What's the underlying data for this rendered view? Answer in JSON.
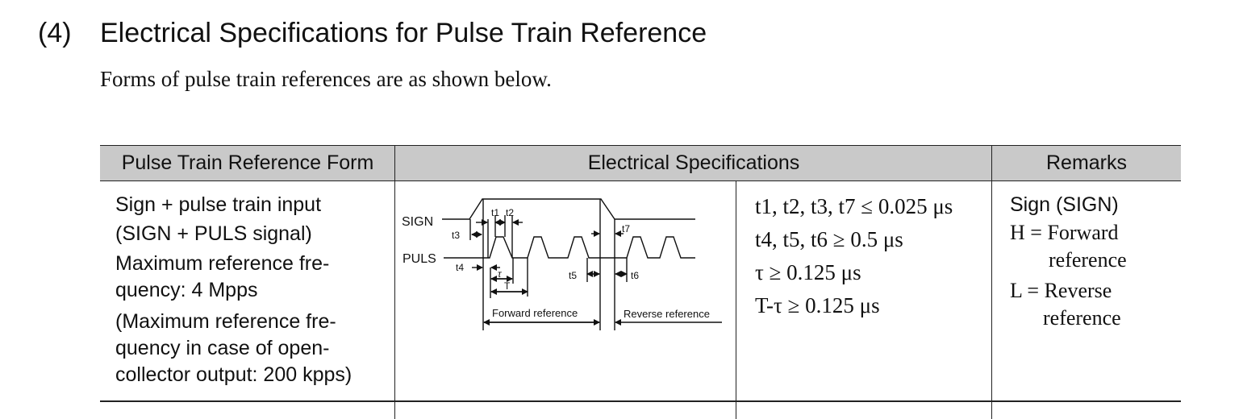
{
  "heading": {
    "number": "(4)",
    "title": "Electrical Specifications for Pulse Train Reference"
  },
  "intro": "Forms of pulse train references are as shown below.",
  "table": {
    "header_bg": "#c9c9c9",
    "columns": [
      "Pulse Train Reference Form",
      "Electrical Specifications",
      "Remarks"
    ],
    "rows": [
      {
        "form_lines": [
          "Sign + pulse train input",
          "(SIGN + PULS signal)",
          "Maximum reference fre-",
          "quency: 4 Mpps",
          "(Maximum reference fre-",
          "quency in case of open-",
          "collector output: 200 kpps)"
        ],
        "diagram": {
          "signals": [
            "SIGN",
            "PULS"
          ],
          "labels": {
            "t1": "t1",
            "t2": "t2",
            "t3": "t3",
            "t4": "t4",
            "t5": "t5",
            "t6": "t6",
            "t7": "t7",
            "tau": "τ",
            "T": "T",
            "forward": "Forward reference",
            "reverse": "Reverse reference"
          }
        },
        "spec_lines": [
          "t1, t2, t3, t7 ≤ 0.025 μs",
          "t4, t5, t6 ≥ 0.5 μs",
          "τ ≥ 0.125 μs",
          "T-τ ≥ 0.125 μs"
        ],
        "remarks": {
          "title": "Sign (SIGN)",
          "h_line1": "H = Forward",
          "h_line2": "reference",
          "l_line1": "L = Reverse",
          "l_line2": "reference"
        }
      }
    ]
  }
}
